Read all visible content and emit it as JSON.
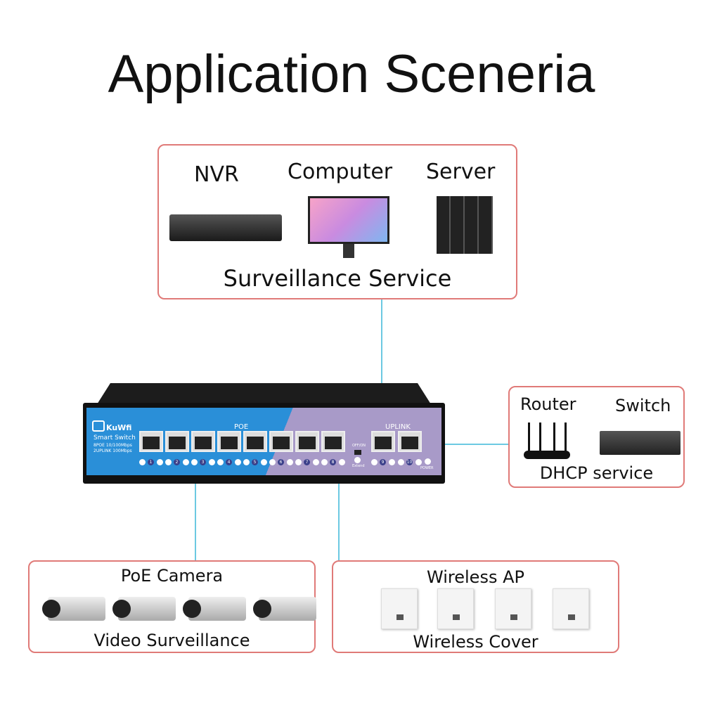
{
  "title": "Application Sceneria",
  "top_box": {
    "items": [
      "NVR",
      "Computer",
      "Server"
    ],
    "caption": "Surveillance Service"
  },
  "right_box": {
    "items": [
      "Router",
      "Switch"
    ],
    "caption": "DHCP service"
  },
  "bottom_left": {
    "heading": "PoE Camera",
    "caption": "Video Surveillance"
  },
  "bottom_right": {
    "heading": "Wireless AP",
    "caption": "Wireless Cover"
  },
  "switch": {
    "brand": "KuWfi",
    "model": "Smart Switch",
    "spec1": "8POE 10/100Mbps",
    "spec2": "2UPLINK 100Mbps",
    "poe_label": "POE",
    "uplink_label": "UPLINK",
    "toggle_label": "OFF/ON",
    "extend_label": "Extend",
    "power_label": "POWER",
    "port_numbers": [
      "1",
      "2",
      "3",
      "4",
      "5",
      "6",
      "7",
      "8",
      "9",
      "10"
    ]
  },
  "colors": {
    "box_border": "#e07a78",
    "link_line": "#6cc9e2",
    "panel_blue": "#2a8fd8",
    "panel_purple": "#a89ac8"
  }
}
